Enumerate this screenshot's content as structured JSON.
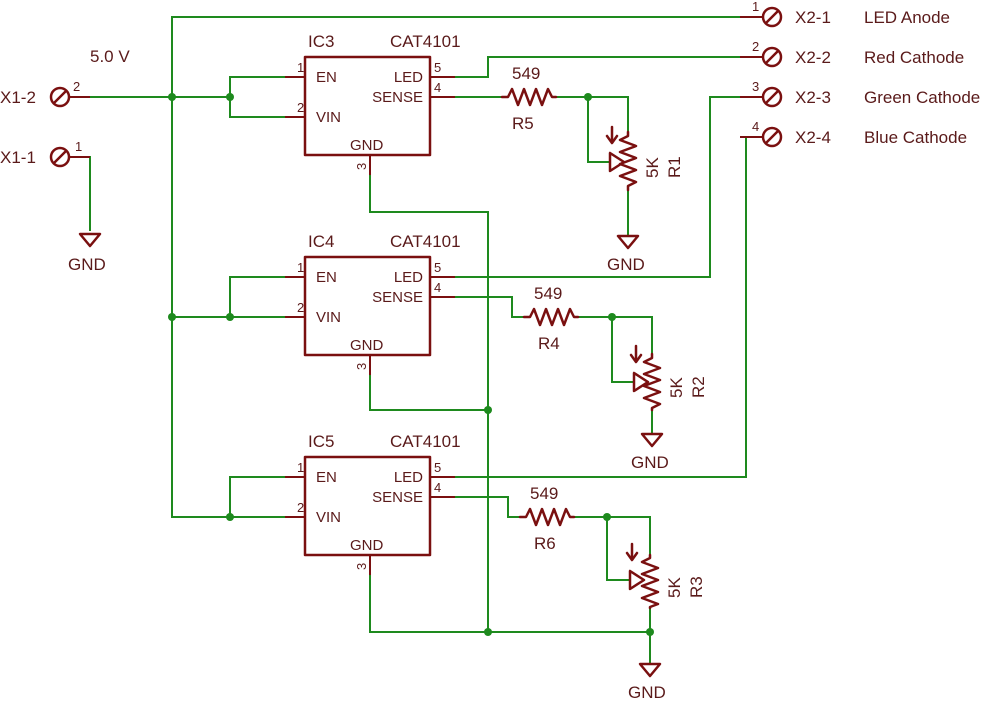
{
  "supply_label": "5.0 V",
  "input_connectors": [
    {
      "name": "X1-2",
      "pin": "2"
    },
    {
      "name": "X1-1",
      "pin": "1"
    }
  ],
  "output_connectors": [
    {
      "name": "X2-1",
      "pin": "1",
      "signal": "LED Anode"
    },
    {
      "name": "X2-2",
      "pin": "2",
      "signal": "Red Cathode"
    },
    {
      "name": "X2-3",
      "pin": "3",
      "signal": "Green Cathode"
    },
    {
      "name": "X2-4",
      "pin": "4",
      "signal": "Blue Cathode"
    }
  ],
  "ics": [
    {
      "ref": "IC3",
      "part": "CAT4101",
      "pins": {
        "en": "EN",
        "vin": "VIN",
        "led": "LED",
        "sense": "SENSE",
        "gnd": "GND"
      },
      "pin_numbers": {
        "en": "1",
        "vin": "2",
        "gnd": "3",
        "sense": "4",
        "led": "5"
      }
    },
    {
      "ref": "IC4",
      "part": "CAT4101",
      "pins": {
        "en": "EN",
        "vin": "VIN",
        "led": "LED",
        "sense": "SENSE",
        "gnd": "GND"
      },
      "pin_numbers": {
        "en": "1",
        "vin": "2",
        "gnd": "3",
        "sense": "4",
        "led": "5"
      }
    },
    {
      "ref": "IC5",
      "part": "CAT4101",
      "pins": {
        "en": "EN",
        "vin": "VIN",
        "led": "LED",
        "sense": "SENSE",
        "gnd": "GND"
      },
      "pin_numbers": {
        "en": "1",
        "vin": "2",
        "gnd": "3",
        "sense": "4",
        "led": "5"
      }
    }
  ],
  "resistors": [
    {
      "ref": "R5",
      "value": "549"
    },
    {
      "ref": "R4",
      "value": "549"
    },
    {
      "ref": "R6",
      "value": "549"
    }
  ],
  "potentiometers": [
    {
      "ref": "R1",
      "value": "5K"
    },
    {
      "ref": "R2",
      "value": "5K"
    },
    {
      "ref": "R3",
      "value": "5K"
    }
  ],
  "ground_label": "GND",
  "colors": {
    "wire": "#1e8a1e",
    "part": "#7a1010",
    "text": "#5a1a1a"
  }
}
